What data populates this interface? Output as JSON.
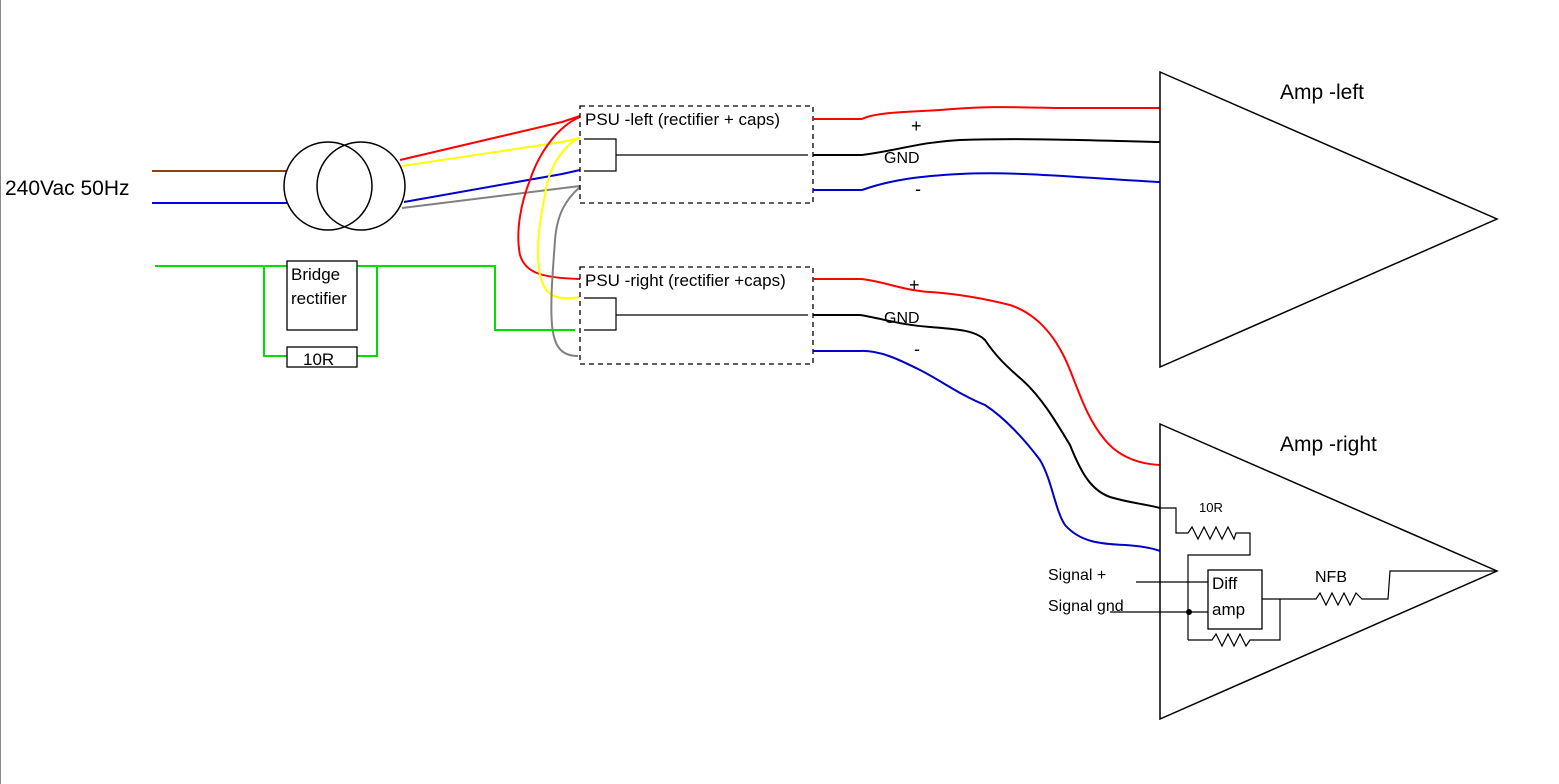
{
  "mains": {
    "label": "240Vac 50Hz"
  },
  "ground_loop": {
    "bridge_label_line1": "Bridge",
    "bridge_label_line2": "rectifier",
    "resistor_label": "10R"
  },
  "psu_left": {
    "label": "PSU -left (rectifier + caps)",
    "plus": "+",
    "gnd": "GND",
    "minus": "-"
  },
  "psu_right": {
    "label": "PSU -right (rectifier +caps)",
    "plus": "+",
    "gnd": "GND",
    "minus": "-"
  },
  "amp_left": {
    "label": "Amp -left"
  },
  "amp_right": {
    "label": "Amp -right",
    "resistor_label": "10R",
    "diff_amp_line1": "Diff",
    "diff_amp_line2": "amp",
    "nfb_label": "NFB",
    "signal_plus": "Signal +",
    "signal_gnd": "Signal gnd"
  },
  "colors": {
    "live": "#8B4513",
    "neutral": "#0000FF",
    "earth": "#00DD00",
    "positive": "#FF0000",
    "secondary_yellow": "#FFFF00",
    "negative": "#0000CC",
    "secondary_gray": "#808080",
    "ground": "#000000"
  }
}
